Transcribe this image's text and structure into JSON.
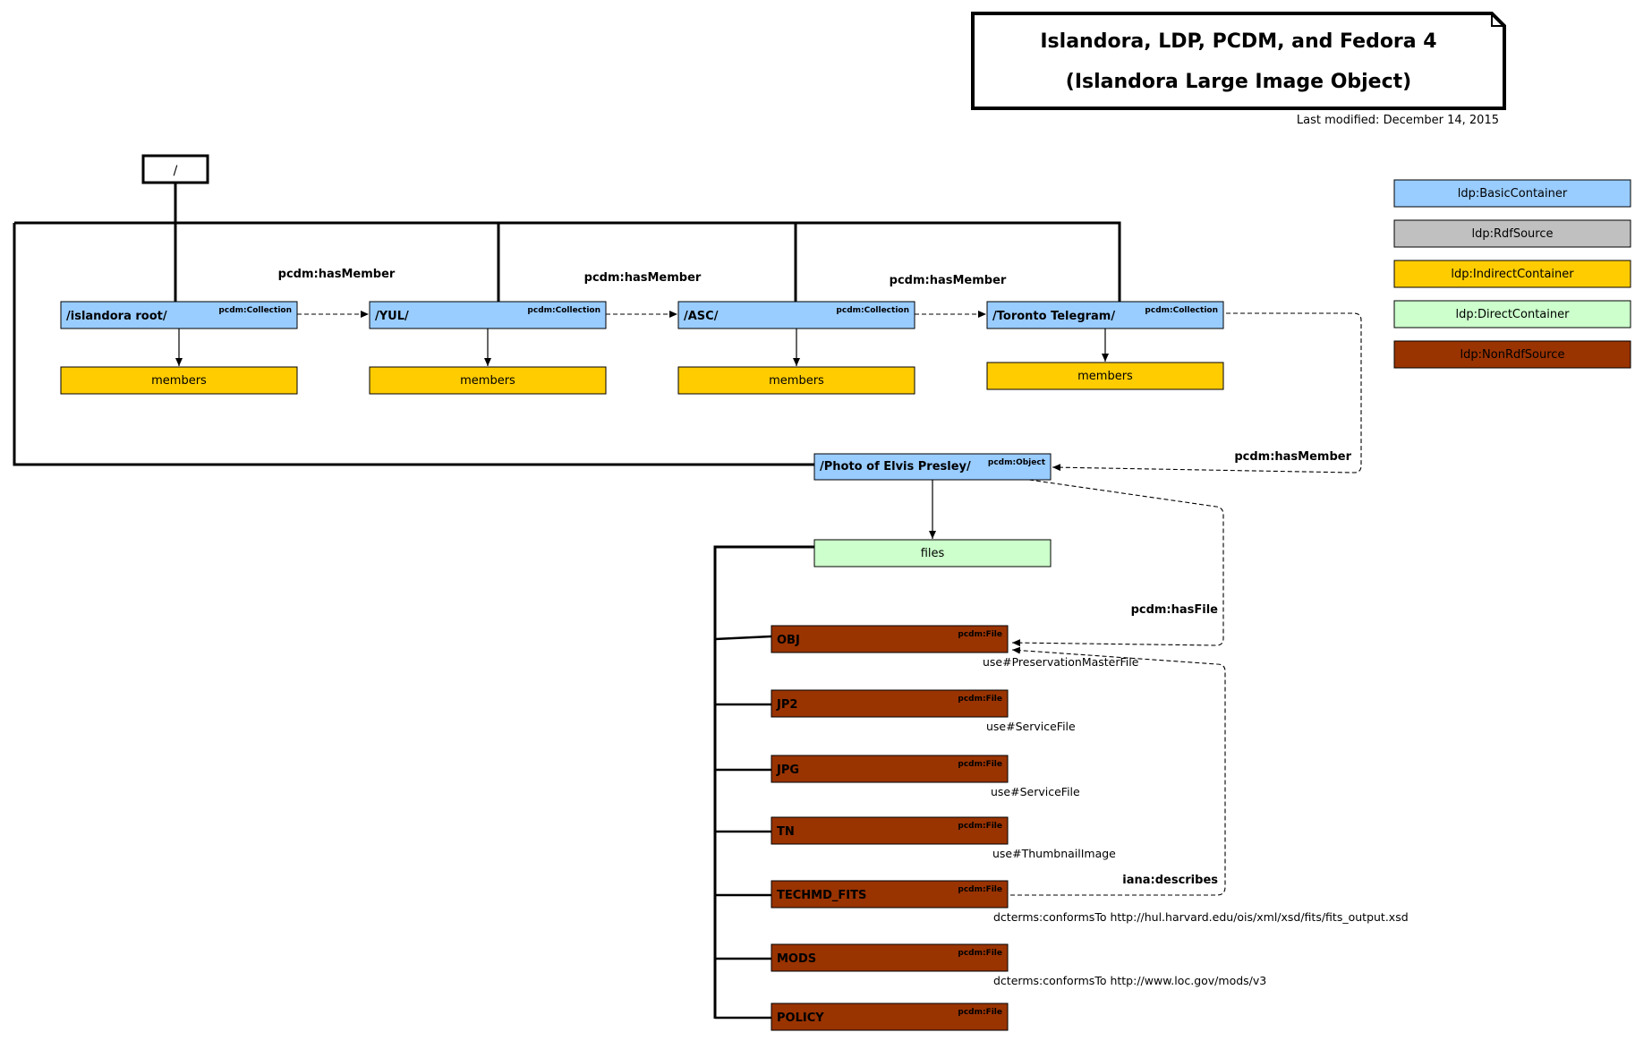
{
  "title": {
    "line1": "Islandora, LDP, PCDM, and Fedora 4",
    "line2": "(Islandora Large Image Object)",
    "last_modified": "Last modified: December 14, 2015"
  },
  "root": {
    "label": "/"
  },
  "colors": {
    "basic_container": "#99ccff",
    "rdf_source": "#c0c0c0",
    "indirect_container": "#ffcc00",
    "direct_container": "#ccffcc",
    "non_rdf_source": "#993300",
    "line": "#000000"
  },
  "legend": [
    {
      "label": "ldp:BasicContainer",
      "color": "#99ccff"
    },
    {
      "label": "ldp:RdfSource",
      "color": "#c0c0c0"
    },
    {
      "label": "ldp:IndirectContainer",
      "color": "#ffcc00"
    },
    {
      "label": "ldp:DirectContainer",
      "color": "#ccffcc"
    },
    {
      "label": "ldp:NonRdfSource",
      "color": "#993300"
    }
  ],
  "collections": [
    {
      "label": "/islandora root/",
      "type": "pcdm:Collection",
      "members_label": "members"
    },
    {
      "label": "/YUL/",
      "type": "pcdm:Collection",
      "members_label": "members"
    },
    {
      "label": "/ASC/",
      "type": "pcdm:Collection",
      "members_label": "members"
    },
    {
      "label": "/Toronto Telegram/",
      "type": "pcdm:Collection",
      "members_label": "members"
    }
  ],
  "has_member_labels": [
    "pcdm:hasMember",
    "pcdm:hasMember",
    "pcdm:hasMember",
    "pcdm:hasMember"
  ],
  "object": {
    "label": "/Photo of Elvis Presley/",
    "type": "pcdm:Object"
  },
  "files_container": {
    "label": "files"
  },
  "has_file_label": "pcdm:hasFile",
  "describes_label": "iana:describes",
  "files": [
    {
      "label": "OBJ",
      "type": "pcdm:File",
      "description": "use#PreservationMasterFile"
    },
    {
      "label": "JP2",
      "type": "pcdm:File",
      "description": "use#ServiceFile"
    },
    {
      "label": "JPG",
      "type": "pcdm:File",
      "description": "use#ServiceFile"
    },
    {
      "label": "TN",
      "type": "pcdm:File",
      "description": "use#ThumbnailImage"
    },
    {
      "label": "TECHMD_FITS",
      "type": "pcdm:File",
      "description": "dcterms:conformsTo http://hul.harvard.edu/ois/xml/xsd/fits/fits_output.xsd"
    },
    {
      "label": "MODS",
      "type": "pcdm:File",
      "description": "dcterms:conformsTo http://www.loc.gov/mods/v3"
    },
    {
      "label": "POLICY",
      "type": "pcdm:File",
      "description": ""
    }
  ]
}
